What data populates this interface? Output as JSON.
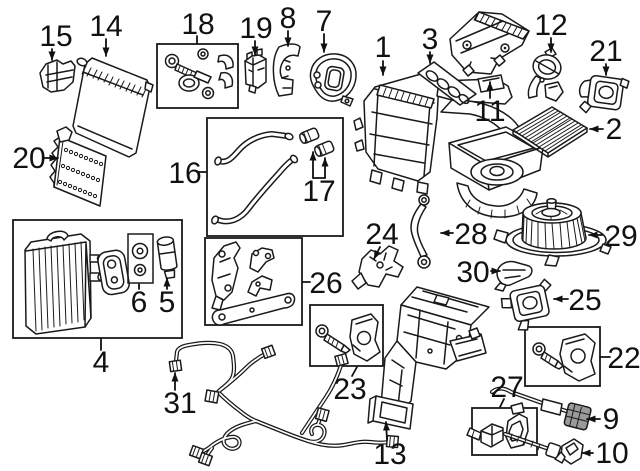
{
  "diagram": {
    "background_color": "#ffffff",
    "line_color": "#1a1a1a",
    "shade_color": "#9a9a9a",
    "callouts": {
      "1": "1",
      "2": "2",
      "3": "3",
      "4": "4",
      "5": "5",
      "6": "6",
      "7": "7",
      "8": "8",
      "9": "9",
      "10": "10",
      "11": "11",
      "12": "12",
      "13": "13",
      "14": "14",
      "15": "15",
      "16": "16",
      "17": "17",
      "18": "18",
      "19": "19",
      "20": "20",
      "21": "21",
      "22": "22",
      "23": "23",
      "24": "24",
      "25": "25",
      "26": "26",
      "27": "27",
      "28": "28",
      "29": "29",
      "30": "30",
      "31": "31"
    }
  }
}
